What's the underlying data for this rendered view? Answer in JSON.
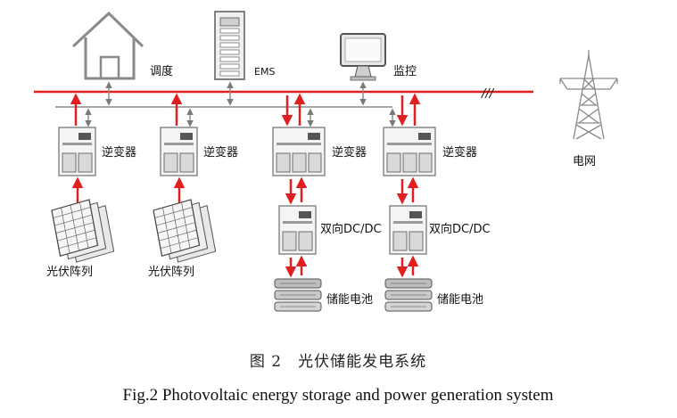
{
  "labels": {
    "dispatch": "调度",
    "ems": "EMS",
    "monitor": "监控",
    "grid": "电网",
    "bus_break": "///",
    "inverter": "逆变器",
    "pv_array": "光伏阵列",
    "dcdc": "双向DC/DC",
    "battery": "储能电池"
  },
  "caption": {
    "cn": "图 2　光伏储能发电系统",
    "en": "Fig.2    Photovoltaic energy storage and power generation system"
  },
  "colors": {
    "power_line": "#e02020",
    "comm_line": "#8c8c8c",
    "icon_stroke": "#6d6d6d"
  }
}
